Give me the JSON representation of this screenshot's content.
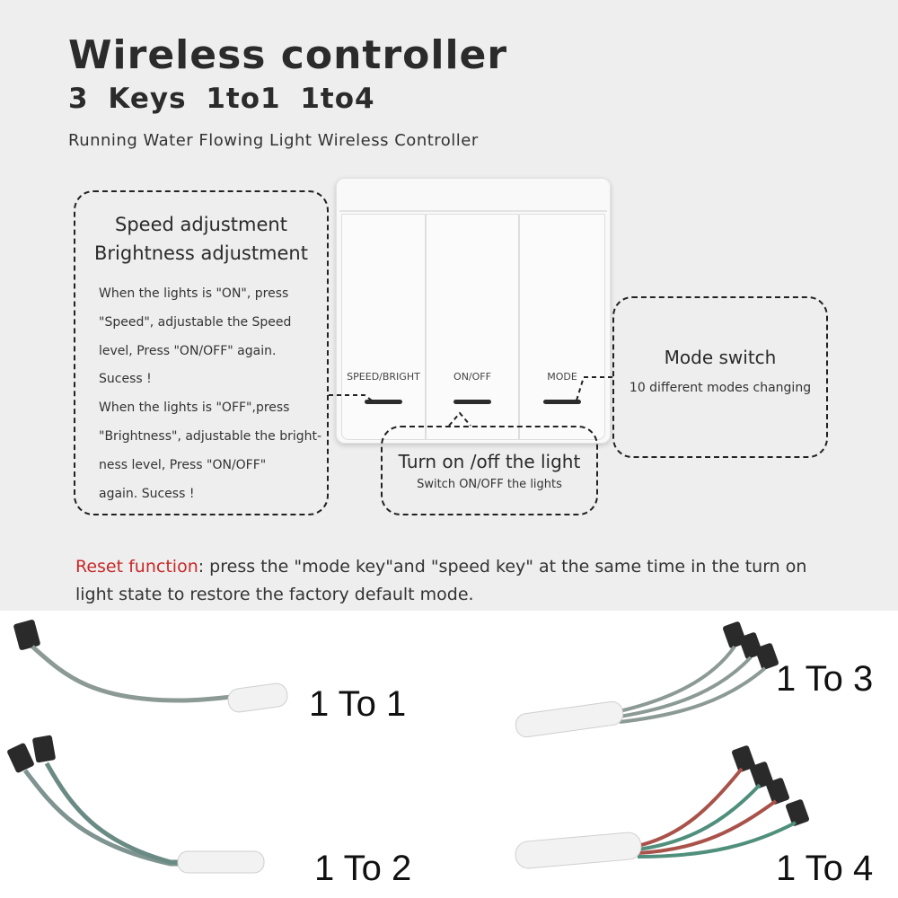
{
  "header": {
    "title": "Wireless controller",
    "subtitle": "3 Keys  1to1  1to4",
    "tagline": "Running Water Flowing Light Wireless Controller"
  },
  "switch": {
    "keys": [
      {
        "label": "SPEED/BRIGHT"
      },
      {
        "label": "ON/OFF"
      },
      {
        "label": "MODE"
      }
    ]
  },
  "callouts": {
    "speed": {
      "heading_1": "Speed adjustment",
      "heading_2": "Brightness adjustment",
      "body": "When the lights is \"ON\", press\n\"Speed\", adjustable the Speed\nlevel, Press \"ON/OFF\" again.\nSucess !\nWhen the lights is \"OFF\",press\n\"Brightness\", adjustable the bright-\nness level, Press \"ON/OFF\"\nagain. Sucess !"
    },
    "mode": {
      "heading": "Mode switch",
      "text": "10 different modes changing"
    },
    "onoff": {
      "heading": "Turn on /off the light",
      "text": "Switch ON/OFF the lights"
    }
  },
  "reset": {
    "label": "Reset function",
    "text": ": press the \"mode key\"and \"speed key\" at the same time in the turn on light state to restore the factory default mode."
  },
  "cables": {
    "one_to_one": "1 To 1",
    "one_to_two": "1 To 2",
    "one_to_three": "1 To 3",
    "one_to_four": "1 To 4"
  },
  "colors": {
    "panel_background": "#eeeeee",
    "reset_label": "#c82828"
  }
}
